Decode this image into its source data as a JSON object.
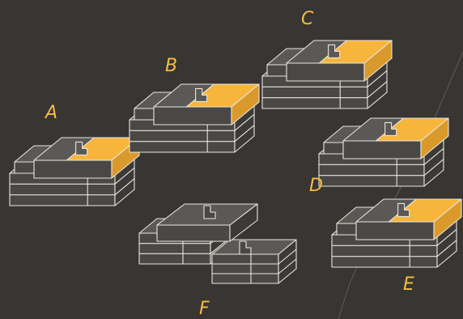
{
  "puzzle": {
    "labels": {
      "a": "A",
      "b": "B",
      "c": "C",
      "d": "D",
      "e": "E",
      "f": "F"
    },
    "colors": {
      "background": "#383532",
      "block_top": "#5b5955",
      "block_front": "#4a4845",
      "block_side": "#3c3a37",
      "highlight_top": "#f7b53c",
      "highlight_front": "#d99a2b",
      "edge": "#e9e6e0",
      "label": "#f4bd45"
    }
  }
}
